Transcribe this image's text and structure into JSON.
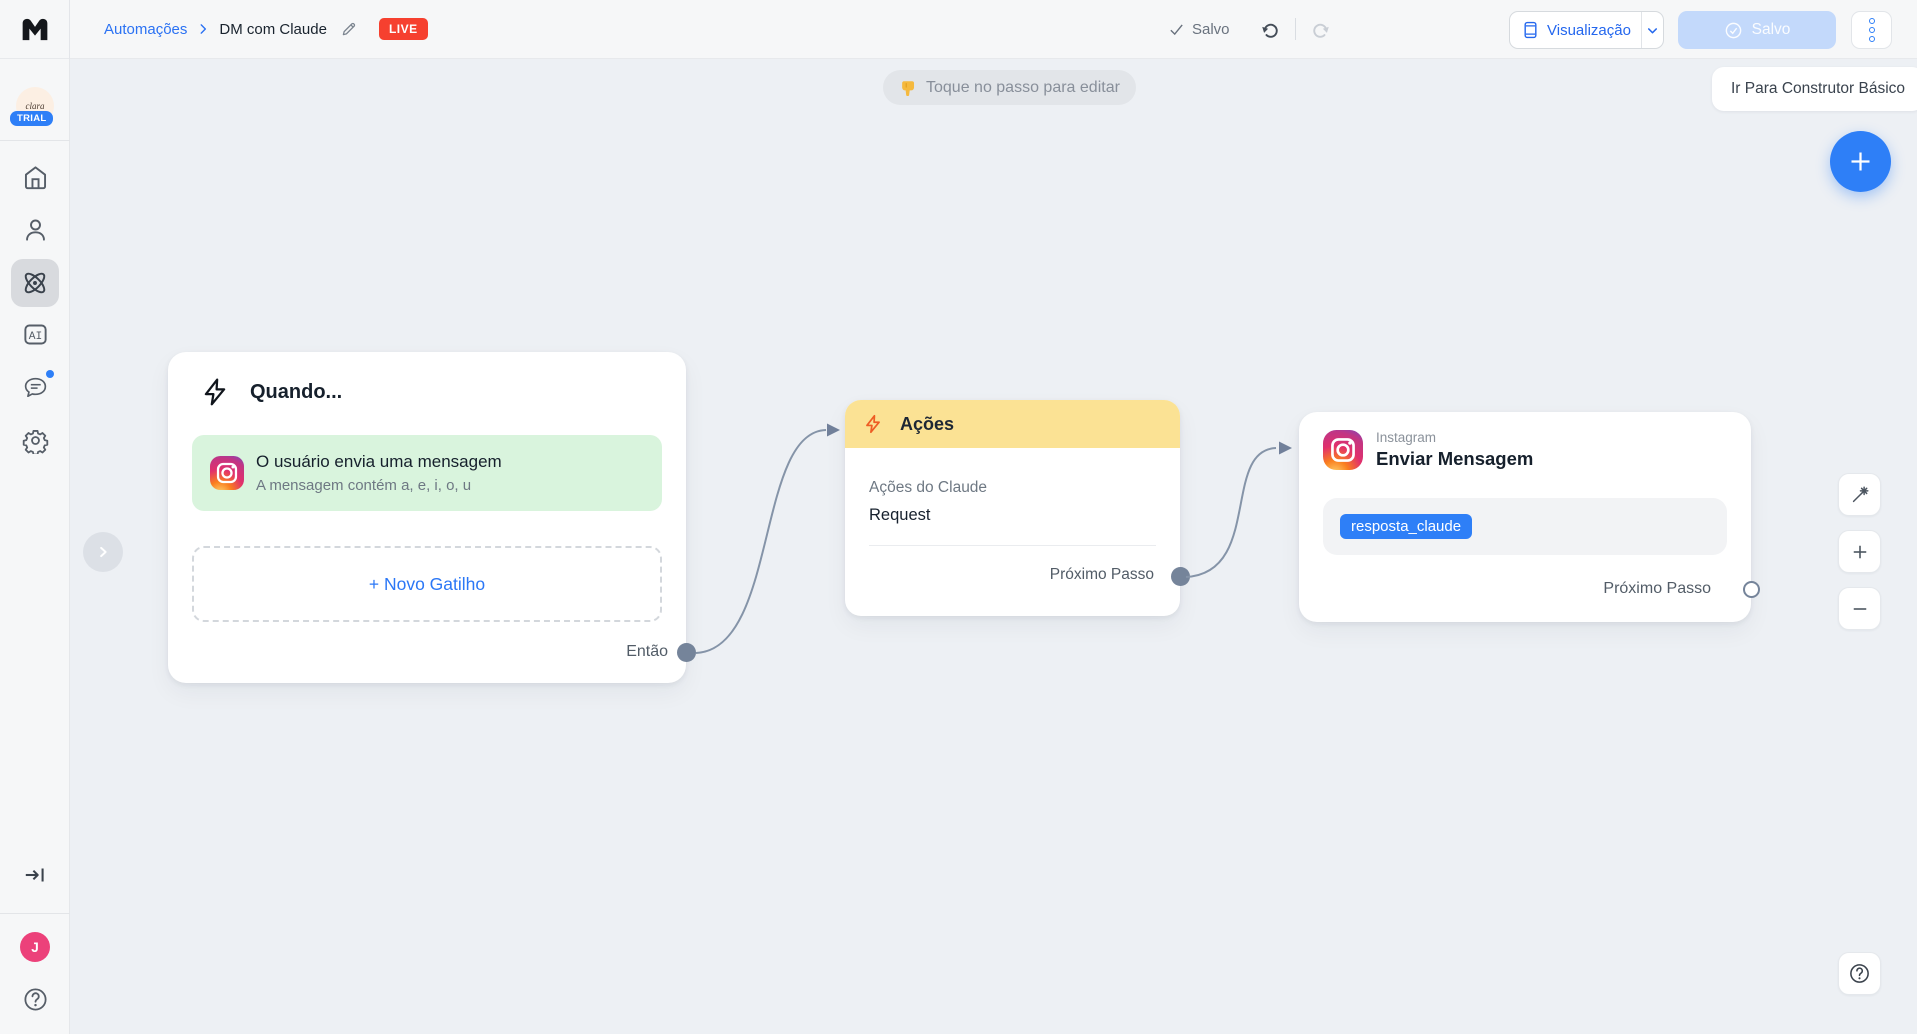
{
  "topbar": {
    "breadcrumb_root": "Automações",
    "breadcrumb_current": "DM com Claude",
    "live_badge": "LIVE",
    "saved_status": "Salvo",
    "preview_button": "Visualização",
    "save_button": "Salvo"
  },
  "sidebar": {
    "workspace_name": "clara",
    "trial_badge": "TRIAL",
    "ai_icon_label": "AI",
    "user_initial": "J"
  },
  "canvas": {
    "hint_tooltip": "Toque no passo para editar",
    "basic_builder_button": "Ir Para Construtor Básico",
    "nodes": {
      "trigger": {
        "title": "Quando...",
        "trigger_title": "O usuário envia uma mensagem",
        "trigger_subtitle": "A mensagem contém a, e, i, o, u",
        "new_trigger_button": "+ Novo Gatilho",
        "output_label": "Então"
      },
      "actions": {
        "title": "Ações",
        "action_label": "Ações do Claude",
        "action_value": "Request",
        "output_label": "Próximo Passo"
      },
      "send_message": {
        "channel": "Instagram",
        "title": "Enviar Mensagem",
        "variable_tag": "resposta_claude",
        "output_label": "Próximo Passo"
      }
    }
  },
  "colors": {
    "accent_blue": "#2e7ff7",
    "live_red": "#f6402f",
    "trigger_green": "#d9f4dd",
    "actions_yellow": "#fbe294",
    "connector_slate": "#8594a8",
    "canvas_bg": "#edf0f4",
    "save_disabled_bg": "#c3d9fb",
    "avatar_pink": "#ec417a"
  }
}
